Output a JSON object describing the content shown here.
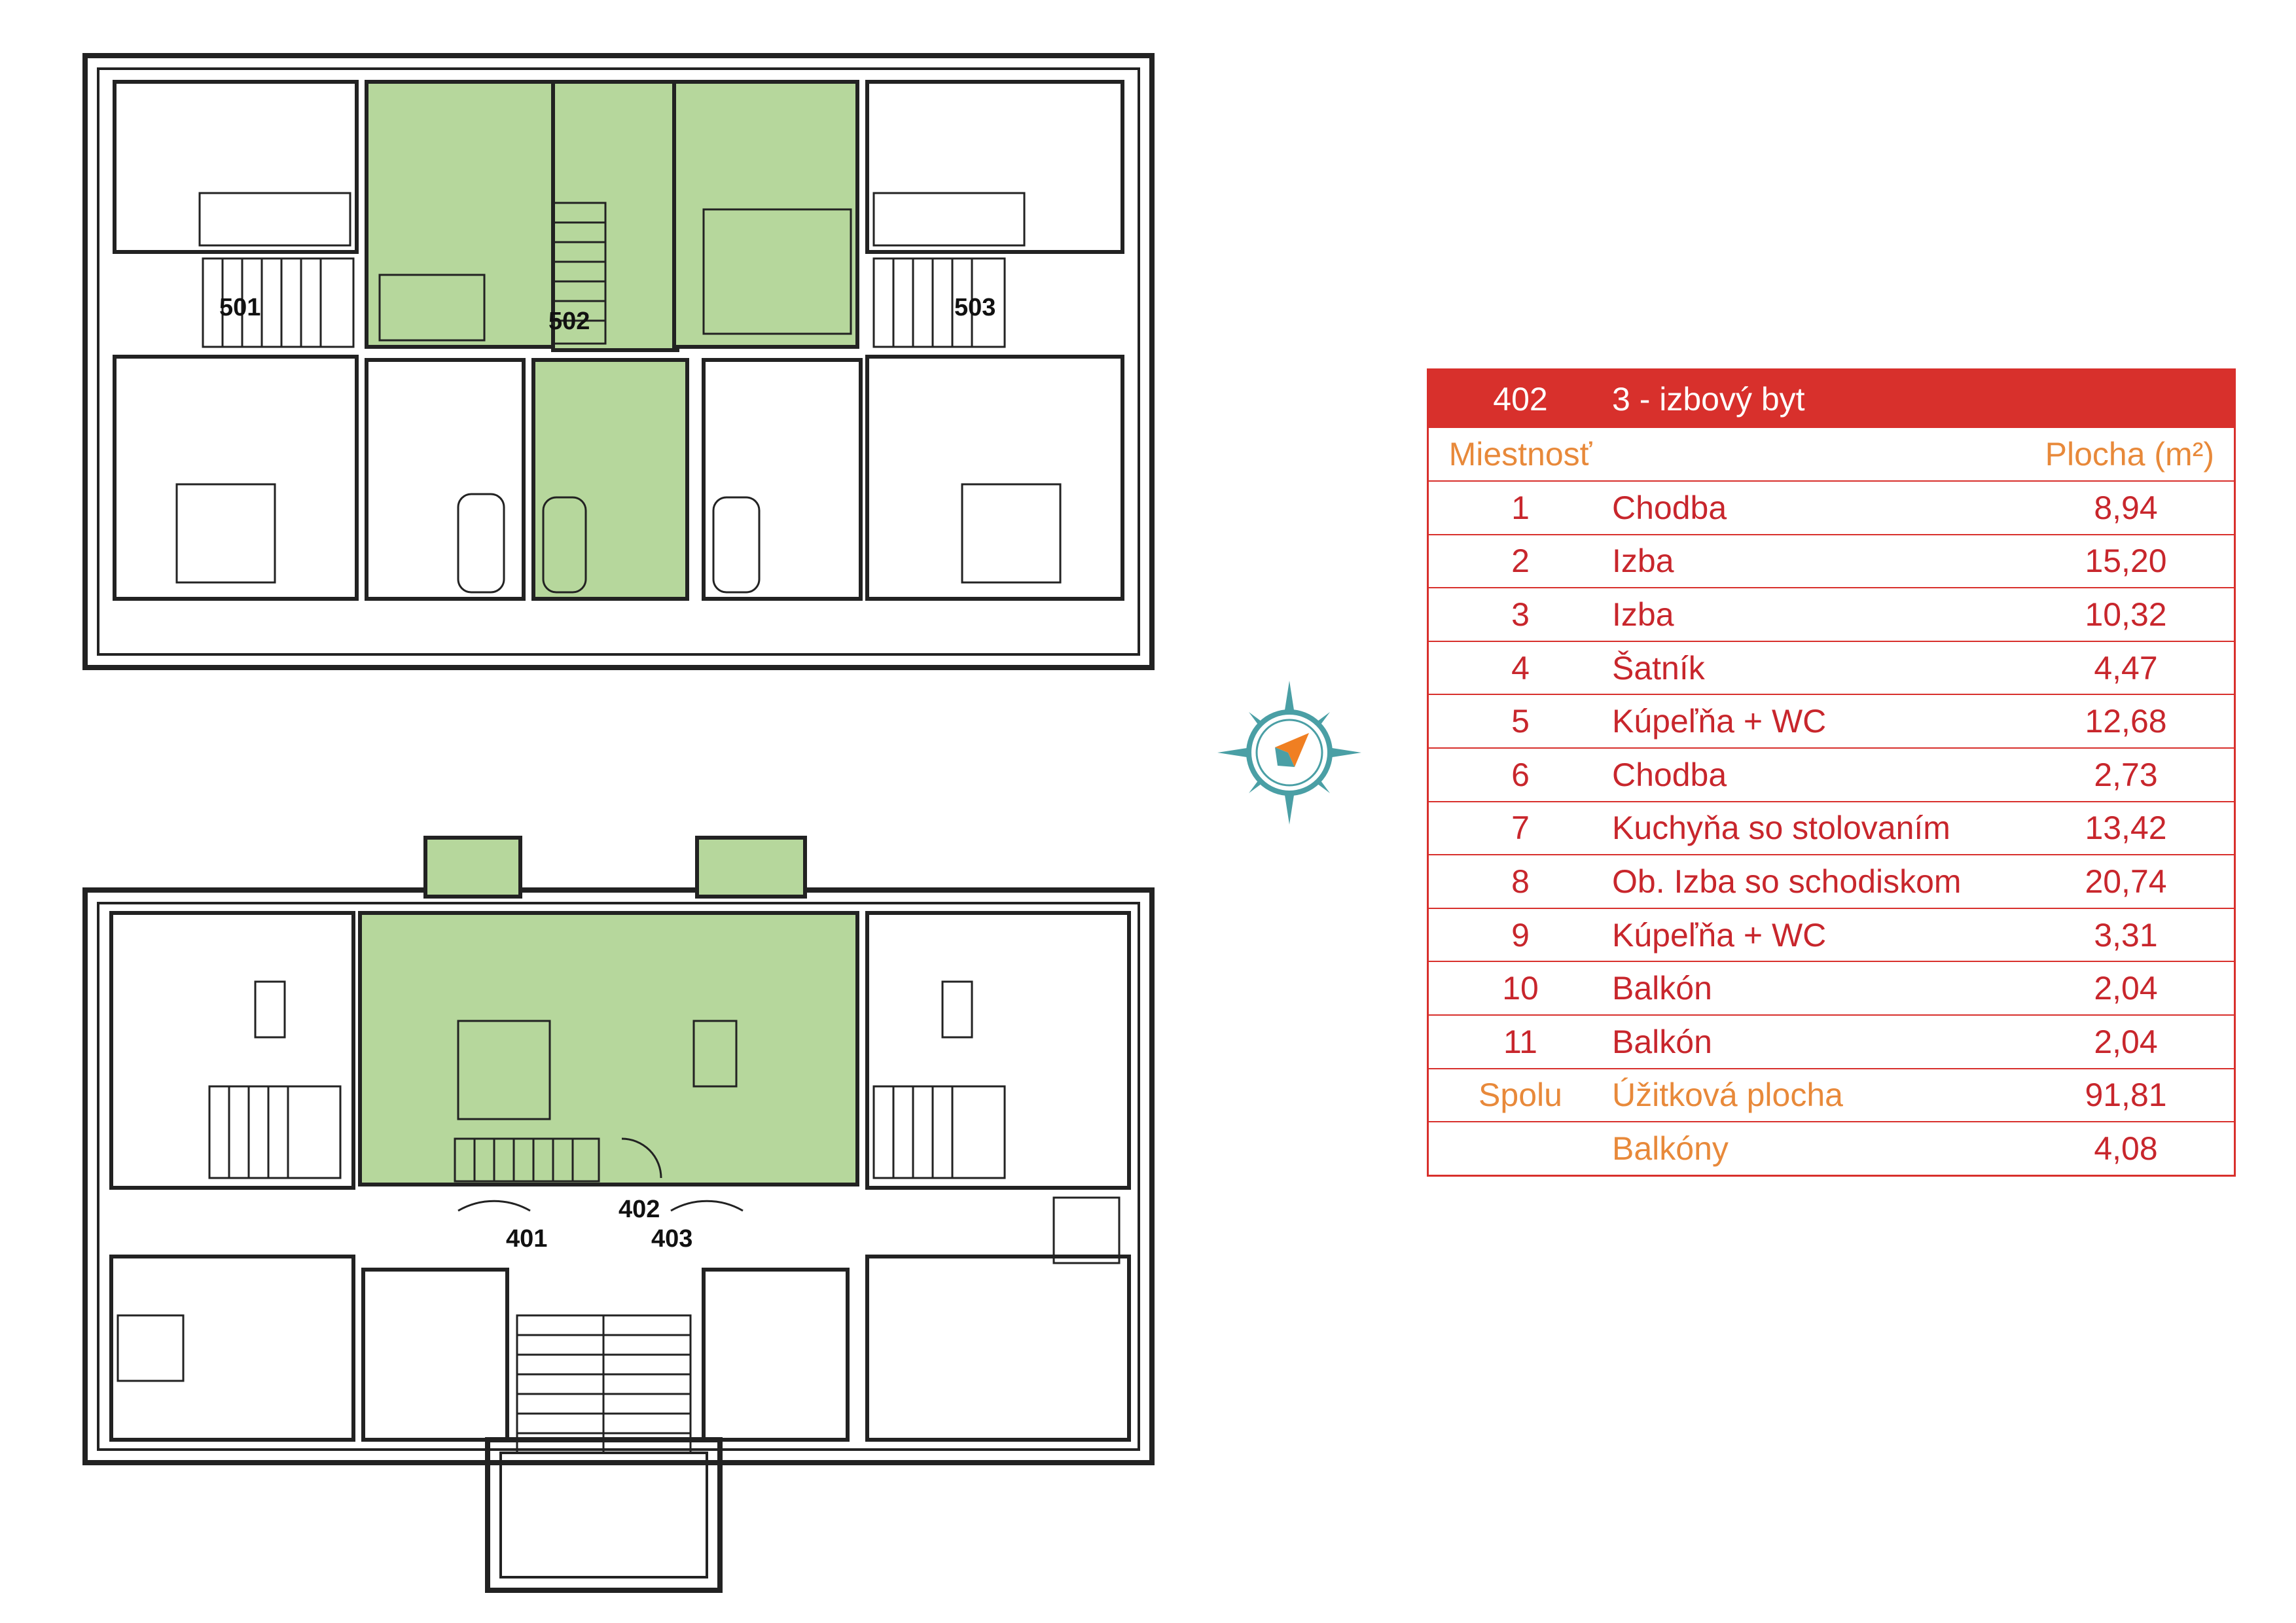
{
  "unit_labels": {
    "u501": "501",
    "u502": "502",
    "u503": "503",
    "u401": "401",
    "u402": "402",
    "u403": "403"
  },
  "colors": {
    "highlight": "#b6d79c",
    "table_accent": "#d8302c",
    "header_orange": "#e8893a",
    "compass_teal": "#4a9fa5",
    "compass_orange": "#f07f22"
  },
  "table": {
    "header_num": "402",
    "header_title": "3 - izbový byt",
    "col_room": "Miestnosť",
    "col_area": "Plocha (m²)",
    "rows": [
      {
        "num": "1",
        "name": "Chodba",
        "area": "8,94"
      },
      {
        "num": "2",
        "name": "Izba",
        "area": "15,20"
      },
      {
        "num": "3",
        "name": "Izba",
        "area": "10,32"
      },
      {
        "num": "4",
        "name": "Šatník",
        "area": "4,47"
      },
      {
        "num": "5",
        "name": "Kúpeľňa + WC",
        "area": "12,68"
      },
      {
        "num": "6",
        "name": "Chodba",
        "area": "2,73"
      },
      {
        "num": "7",
        "name": "Kuchyňa so stolovaním",
        "area": "13,42"
      },
      {
        "num": "8",
        "name": "Ob. Izba so schodiskom",
        "area": "20,74"
      },
      {
        "num": "9",
        "name": "Kúpeľňa + WC",
        "area": "3,31"
      },
      {
        "num": "10",
        "name": "Balkón",
        "area": "2,04"
      },
      {
        "num": "11",
        "name": "Balkón",
        "area": "2,04"
      }
    ],
    "total_label": "Spolu",
    "total_name": "Úžitková plocha",
    "total_area": "91,81",
    "balcony_name": "Balkóny",
    "balcony_area": "4,08"
  }
}
